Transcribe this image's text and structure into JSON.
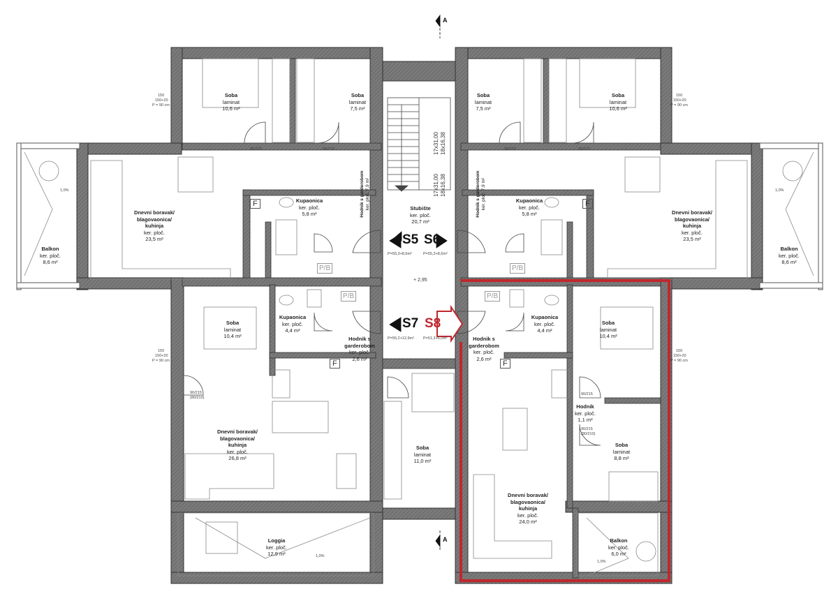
{
  "colors": {
    "wall": "#6b6b6b",
    "wall_edge": "#333333",
    "highlight": "#c0272d",
    "furniture": "#888888"
  },
  "units": {
    "s5": "S5",
    "s6": "S6",
    "s7": "S7",
    "s8": "S8"
  },
  "section_marker": "A",
  "elevation": "+ 2,95",
  "stair_labels": {
    "a": "17x31,00",
    "b": "18x16,38",
    "c": "17x31,00",
    "d": "18x16,38"
  },
  "unit_areas": {
    "s5": "P=55,3+8,6m²",
    "s6": "P=55,3+8,6m²",
    "s7": "P=55,2+12,9m²",
    "s8": "P=51,3+6,0m²"
  },
  "pb_label": "P/B",
  "f_label": "F",
  "rooms": {
    "soba_tl1": {
      "name": "Soba",
      "material": "laminat",
      "area": "10,6 m²"
    },
    "soba_tl2": {
      "name": "Soba",
      "material": "laminat",
      "area": "7,5 m²"
    },
    "soba_tr1": {
      "name": "Soba",
      "material": "laminat",
      "area": "7,5 m²"
    },
    "soba_tr2": {
      "name": "Soba",
      "material": "laminat",
      "area": "10,6 m²"
    },
    "dnevni_tl": {
      "name1": "Dnevni boravak/",
      "name2": "blagovaonica/",
      "name3": "kuhinja",
      "material": "ker. ploč.",
      "area": "23,5 m²"
    },
    "dnevni_tr": {
      "name1": "Dnevni boravak/",
      "name2": "blagovaonica/",
      "name3": "kuhinja",
      "material": "ker. ploč.",
      "area": "23,5 m²"
    },
    "kup_tl": {
      "name": "Kupaonica",
      "material": "ker. ploč.",
      "area": "5,8 m²"
    },
    "kup_tr": {
      "name": "Kupaonica",
      "material": "ker. ploč.",
      "area": "5,8 m²"
    },
    "hodnik_tl": {
      "name": "Hodnik s garderobom",
      "material": "ker. ploč.",
      "area": "7,9 m²"
    },
    "hodnik_tr": {
      "name": "Hodnik s garderobom",
      "material": "ker. ploč.",
      "area": "7,9 m²"
    },
    "stubiste": {
      "name": "Stubište",
      "material": "ker. ploč.",
      "area": "20,7 m²"
    },
    "balkon_l": {
      "name": "Balkon",
      "material": "ker. ploč.",
      "area": "8,6 m²"
    },
    "balkon_r": {
      "name": "Balkon",
      "material": "ker. ploč.",
      "area": "8,6 m²"
    },
    "soba_bl": {
      "name": "Soba",
      "material": "laminat",
      "area": "10,4 m²"
    },
    "kup_bl": {
      "name": "Kupaonica",
      "material": "ker. ploč.",
      "area": "4,4 m²"
    },
    "hodnik_bl": {
      "name1": "Hodnik s",
      "name2": "garderobom",
      "material": "ker. ploč.",
      "area": "2,6 m²"
    },
    "dnevni_bl": {
      "name1": "Dnevni boravak/",
      "name2": "blagovaonica/",
      "name3": "kuhinja",
      "material": "ker. ploč.",
      "area": "26,8 m²"
    },
    "loggia": {
      "name": "Loggia",
      "material": "ker. ploč.",
      "area": "12,9 m²"
    },
    "soba_bc": {
      "name": "Soba",
      "material": "laminat",
      "area": "11,0 m²"
    },
    "hodnik_br": {
      "name1": "Hodnik s",
      "name2": "garderobom",
      "material": "ker. ploč.",
      "area": "2,6 m²"
    },
    "kup_br": {
      "name": "Kupaonica",
      "material": "ker. ploč.",
      "area": "4,4 m²"
    },
    "soba_br1": {
      "name": "Soba",
      "material": "laminat",
      "area": "10,4 m²"
    },
    "hodnik_small": {
      "name": "Hodnik",
      "material": "ker. ploč.",
      "area": "1,1 m²"
    },
    "soba_br2": {
      "name": "Soba",
      "material": "laminat",
      "area": "8,8 m²"
    },
    "dnevni_br": {
      "name1": "Dnevni boravak/",
      "name2": "blagovaonica/",
      "name3": "kuhinja",
      "material": "ker. ploč.",
      "area": "24,0 m²"
    },
    "balkon_br": {
      "name": "Balkon",
      "material": "ker. ploč.",
      "area": "6,0 m²"
    }
  },
  "door_labels": {
    "d1": "90/215",
    "d1b": "(80/210)",
    "slope": "1,0%"
  },
  "window_labels": {
    "w1": "150",
    "w2": "150+20",
    "w3": "P = 90 cm"
  }
}
